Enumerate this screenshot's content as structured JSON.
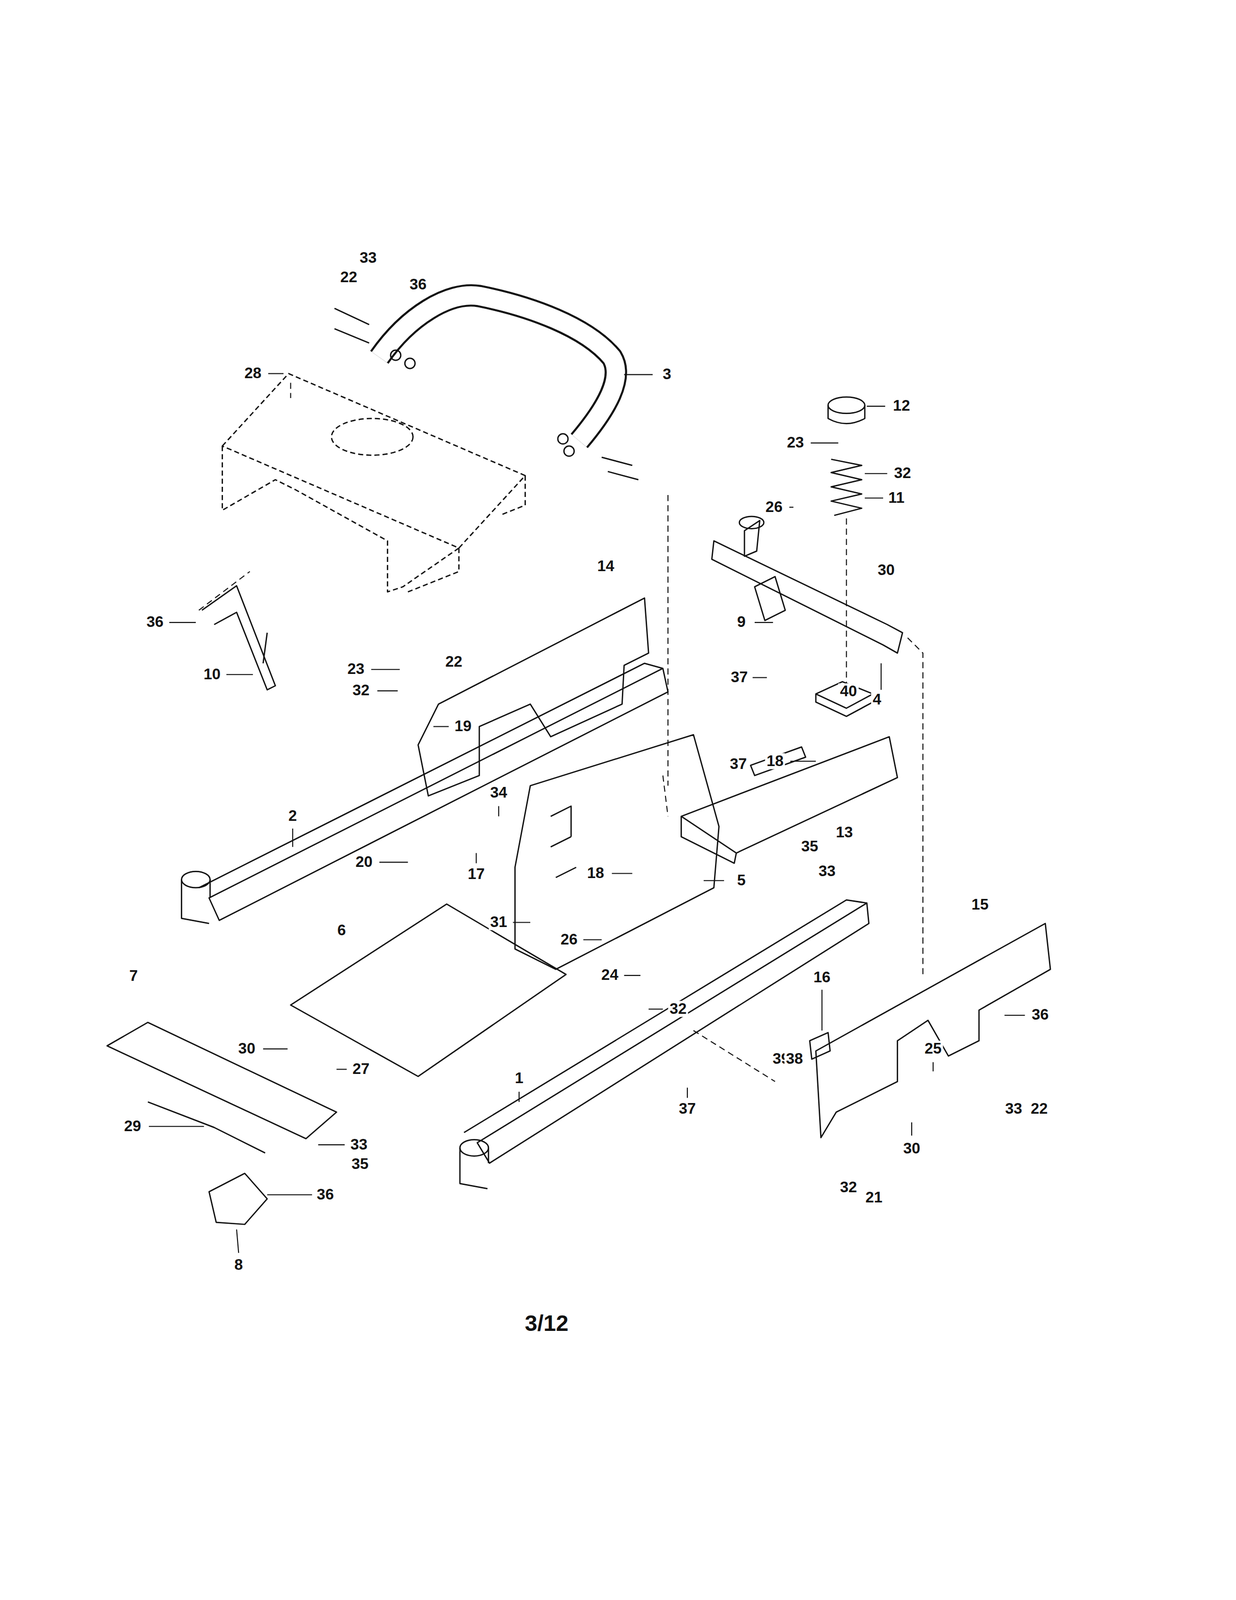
{
  "diagram": {
    "labels": [
      "33",
      "22",
      "36",
      "28",
      "3",
      "12",
      "23",
      "32",
      "26",
      "11",
      "30",
      "14",
      "9",
      "36",
      "22",
      "23",
      "32",
      "40",
      "37",
      "10",
      "4",
      "19",
      "37",
      "18",
      "34",
      "13",
      "2",
      "35",
      "33",
      "18",
      "20",
      "17",
      "5",
      "15",
      "31",
      "26",
      "6",
      "16",
      "24",
      "7",
      "32",
      "36",
      "39",
      "38",
      "30",
      "27",
      "25",
      "1",
      "37",
      "33",
      "22",
      "29",
      "33",
      "35",
      "30",
      "36",
      "32",
      "21",
      "8",
      "3/12"
    ]
  }
}
